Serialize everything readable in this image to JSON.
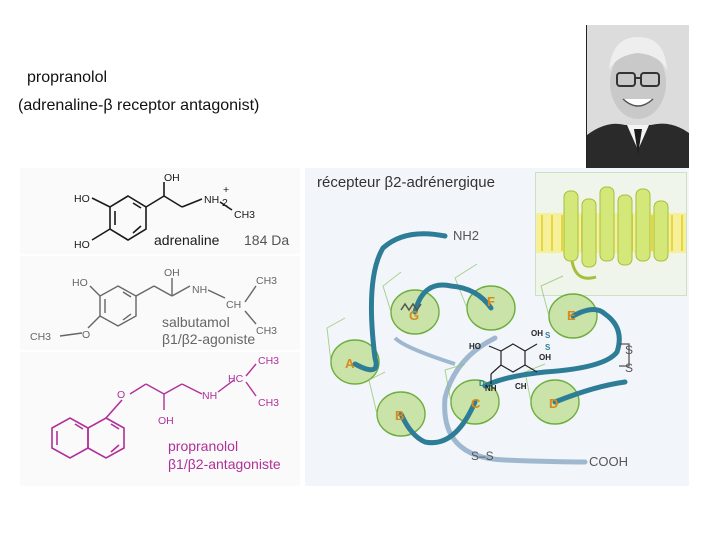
{
  "caption": {
    "line1": "propranolol",
    "line2": "(adrenaline-β receptor antagonist)"
  },
  "photo": {
    "alt": "portrait photo"
  },
  "molecules": {
    "adrenaline": {
      "name": "adrenaline",
      "mass": "184 Da",
      "atoms": {
        "ho_top": "HO",
        "ho_bottom": "HO",
        "oh": "OH",
        "nh2": "NH",
        "sub2": "2",
        "plus": "+",
        "ch3": "CH3"
      }
    },
    "salbutamol": {
      "name": "salbutamol",
      "role": "β1/β2-agoniste",
      "atoms": {
        "oh": "OH",
        "ho": "HO",
        "nh": "NH",
        "ch": "CH",
        "ch3_right": "CH3",
        "ch3_top": "CH3",
        "ch3_left": "CH3",
        "o": "O"
      }
    },
    "propranolol": {
      "name": "propranolol",
      "role": "β1/β2-antagoniste",
      "atoms": {
        "o": "O",
        "oh": "OH",
        "nh": "NH",
        "hc": "HC",
        "ch3_top": "CH3",
        "ch3_bottom": "CH3"
      }
    }
  },
  "receptor": {
    "title": "récepteur β2-adrénergique",
    "nh2": "NH2",
    "cooh": "COOH",
    "s_s": "S–S",
    "ss_right_top": "S",
    "ss_right_bottom": "S",
    "helices": [
      "A",
      "B",
      "C",
      "D",
      "E",
      "F",
      "G"
    ],
    "ligand": {
      "oh_top": "OH",
      "oh_right": "OH",
      "ho": "HO",
      "nh2": "NH",
      "ch3": "CH",
      "s_top": "S",
      "s_bottom": "S",
      "d": "D"
    }
  },
  "colors": {
    "propranolol": "#b0309a",
    "mol_black": "#1a1a1a",
    "label_grey": "#555555",
    "helix_fill": "#c9e3a8",
    "helix_edge": "#6fae3e",
    "loop": "#2d7d96",
    "tail": "#8aa9c6",
    "helix_letter": "#d98a1a"
  }
}
